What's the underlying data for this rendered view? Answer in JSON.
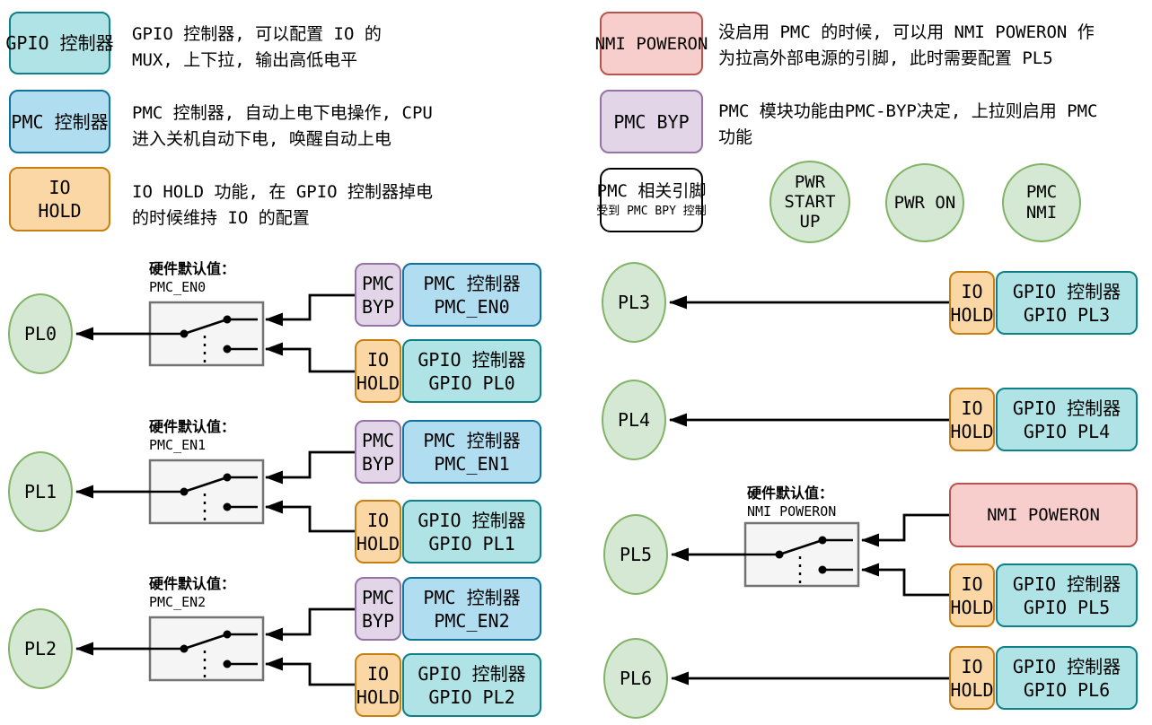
{
  "colors": {
    "teal_fill": "#B0E3E6",
    "teal_stroke": "#0E8088",
    "blue_fill": "#B1DDF0",
    "blue_stroke": "#10739E",
    "orange_fill": "#FAD7A4",
    "orange_stroke": "#C77F11",
    "purple_fill": "#E1D5E7",
    "purple_stroke": "#9673A6",
    "red_fill": "#F8CECC",
    "red_stroke": "#B85450",
    "green_fill": "#D5E8D4",
    "green_stroke": "#82B366",
    "switch_fill": "#F5F5F5",
    "switch_stroke": "#737373",
    "line": "#000000"
  },
  "legend_left": {
    "gpio": {
      "label": "GPIO 控制器",
      "desc": [
        "GPIO 控制器, 可以配置 IO 的",
        "MUX, 上下拉, 输出高低电平"
      ]
    },
    "pmc": {
      "label": "PMC 控制器",
      "desc": [
        "PMC 控制器, 自动上电下电操作, CPU",
        "进入关机自动下电, 唤醒自动上电"
      ]
    },
    "io_hold": {
      "label": [
        "IO",
        "HOLD"
      ],
      "desc": [
        "IO HOLD 功能, 在 GPIO 控制器掉电",
        "的时候维持 IO 的配置"
      ]
    }
  },
  "legend_right": {
    "nmi": {
      "label": "NMI POWERON",
      "desc": [
        "没启用 PMC 的时候, 可以用 NMI POWERON 作",
        "为拉高外部电源的引脚, 此时需要配置 PL5"
      ]
    },
    "pmc_byp": {
      "label": "PMC BYP",
      "desc": [
        "PMC 模块功能由PMC-BYP决定, 上拉则启用 PMC",
        "功能"
      ]
    },
    "pmc_pins": {
      "label": "PMC 相关引脚",
      "sublabel": "受到 PMC BPY 控制"
    },
    "pin_circles": [
      {
        "lines": [
          "PWR",
          "START",
          "UP"
        ]
      },
      {
        "lines": [
          "PWR ON"
        ]
      },
      {
        "lines": [
          "PMC",
          "NMI"
        ]
      }
    ]
  },
  "hw_default_title": "硬件默认值：",
  "rows_left": [
    {
      "pin": "PL0",
      "hw_default_value": "PMC_EN0",
      "byp": [
        "PMC",
        "BYP"
      ],
      "pmc": [
        "PMC 控制器",
        "PMC_EN0"
      ],
      "hold": [
        "IO",
        "HOLD"
      ],
      "gpio": [
        "GPIO 控制器",
        "GPIO PL0"
      ]
    },
    {
      "pin": "PL1",
      "hw_default_value": "PMC_EN1",
      "byp": [
        "PMC",
        "BYP"
      ],
      "pmc": [
        "PMC 控制器",
        "PMC_EN1"
      ],
      "hold": [
        "IO",
        "HOLD"
      ],
      "gpio": [
        "GPIO 控制器",
        "GPIO PL1"
      ]
    },
    {
      "pin": "PL2",
      "hw_default_value": "PMC_EN2",
      "byp": [
        "PMC",
        "BYP"
      ],
      "pmc": [
        "PMC 控制器",
        "PMC_EN2"
      ],
      "hold": [
        "IO",
        "HOLD"
      ],
      "gpio": [
        "GPIO 控制器",
        "GPIO PL2"
      ]
    }
  ],
  "rows_right": [
    {
      "pin": "PL3",
      "hold": [
        "IO",
        "HOLD"
      ],
      "gpio": [
        "GPIO 控制器",
        "GPIO PL3"
      ]
    },
    {
      "pin": "PL4",
      "hold": [
        "IO",
        "HOLD"
      ],
      "gpio": [
        "GPIO 控制器",
        "GPIO PL4"
      ]
    },
    {
      "pin": "PL5",
      "hw_default_value": "NMI POWERON",
      "nmi_label": "NMI POWERON",
      "hold": [
        "IO",
        "HOLD"
      ],
      "gpio": [
        "GPIO 控制器",
        "GPIO PL5"
      ]
    },
    {
      "pin": "PL6",
      "hold": [
        "IO",
        "HOLD"
      ],
      "gpio": [
        "GPIO 控制器",
        "GPIO PL6"
      ]
    }
  ]
}
